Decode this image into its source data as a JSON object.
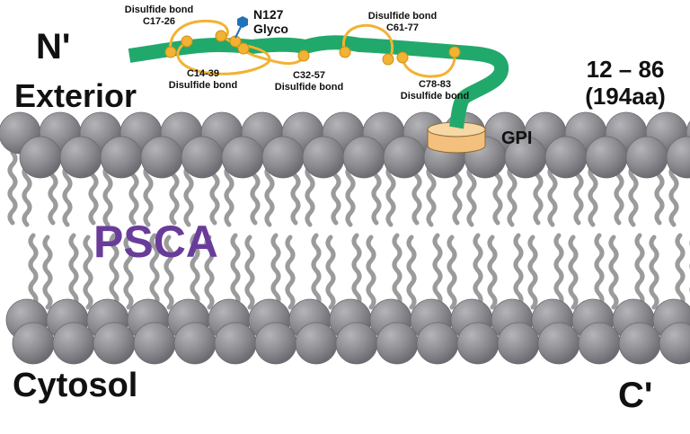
{
  "labels": {
    "n_terminus": "N'",
    "c_terminus": "C'",
    "exterior": "Exterior",
    "cytosol": "Cytosol",
    "protein": "PSCA",
    "range": "12 – 86",
    "length": "(194aa)",
    "gpi": "GPI",
    "glyco_site": "N127",
    "glyco_label": "Glyco"
  },
  "disulfide_bonds": [
    {
      "caption": "Disulfide bond",
      "residues": "C17-26"
    },
    {
      "caption": "Disulfide bond",
      "residues": "C14-39"
    },
    {
      "caption": "Disulfide bond",
      "residues": "C32-57"
    },
    {
      "caption": "Disulfide bond",
      "residues": "C61-77"
    },
    {
      "caption": "Disulfide bond",
      "residues": "C78-83"
    }
  ],
  "colors": {
    "protein_chain": "#21a96b",
    "disulfide": "#f2b233",
    "glycan": "#1f73b8",
    "gpi_anchor": "#f3c07d",
    "lipid_head": "#8e8e92",
    "lipid_tail": "#9b9b9b",
    "psca_text": "#6a3c9a",
    "text": "#111111"
  }
}
